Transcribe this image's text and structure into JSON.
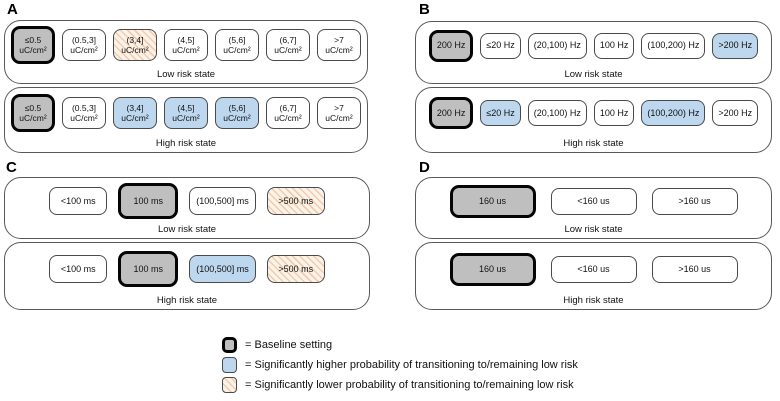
{
  "figure": {
    "colors": {
      "baseline_fill": "#BFBFBF",
      "higher_fill": "#BDD7EE",
      "lower_fill": "#FDF2E7",
      "lower_stripe": "#EECDB1",
      "outline": "#595959"
    },
    "panels": [
      {
        "letter": "A",
        "rows": [
          {
            "state": "Low risk state",
            "boxes": [
              {
                "lines": [
                  "≤0.5",
                  "uC/cm²"
                ],
                "style": "baseline"
              },
              {
                "lines": [
                  "(0.5,3]",
                  "uC/cm²"
                ],
                "style": "plain"
              },
              {
                "lines": [
                  "(3,4]",
                  "uC/cm²"
                ],
                "style": "lower"
              },
              {
                "lines": [
                  "(4,5]",
                  "uC/cm²"
                ],
                "style": "plain"
              },
              {
                "lines": [
                  "(5,6]",
                  "uC/cm²"
                ],
                "style": "plain"
              },
              {
                "lines": [
                  "(6,7]",
                  "uC/cm²"
                ],
                "style": "plain"
              },
              {
                "lines": [
                  ">7",
                  "uC/cm²"
                ],
                "style": "plain"
              }
            ]
          },
          {
            "state": "High risk state",
            "boxes": [
              {
                "lines": [
                  "≤0.5",
                  "uC/cm²"
                ],
                "style": "baseline"
              },
              {
                "lines": [
                  "(0.5,3]",
                  "uC/cm²"
                ],
                "style": "plain"
              },
              {
                "lines": [
                  "(3,4]",
                  "uC/cm²"
                ],
                "style": "higher"
              },
              {
                "lines": [
                  "(4,5]",
                  "uC/cm²"
                ],
                "style": "higher"
              },
              {
                "lines": [
                  "(5,6]",
                  "uC/cm²"
                ],
                "style": "higher"
              },
              {
                "lines": [
                  "(6,7]",
                  "uC/cm²"
                ],
                "style": "plain"
              },
              {
                "lines": [
                  ">7",
                  "uC/cm²"
                ],
                "style": "plain"
              }
            ]
          }
        ]
      },
      {
        "letter": "B",
        "rows": [
          {
            "state": "Low risk state",
            "boxes": [
              {
                "lines": [
                  "200 Hz"
                ],
                "style": "baseline"
              },
              {
                "lines": [
                  "≤20 Hz"
                ],
                "style": "plain"
              },
              {
                "lines": [
                  "(20,100) Hz"
                ],
                "style": "plain"
              },
              {
                "lines": [
                  "100 Hz"
                ],
                "style": "plain"
              },
              {
                "lines": [
                  "(100,200) Hz"
                ],
                "style": "plain"
              },
              {
                "lines": [
                  ">200 Hz"
                ],
                "style": "higher"
              }
            ]
          },
          {
            "state": "High risk state",
            "boxes": [
              {
                "lines": [
                  "200 Hz"
                ],
                "style": "baseline"
              },
              {
                "lines": [
                  "≤20 Hz"
                ],
                "style": "higher"
              },
              {
                "lines": [
                  "(20,100) Hz"
                ],
                "style": "plain"
              },
              {
                "lines": [
                  "100 Hz"
                ],
                "style": "plain"
              },
              {
                "lines": [
                  "(100,200) Hz"
                ],
                "style": "higher"
              },
              {
                "lines": [
                  ">200 Hz"
                ],
                "style": "plain"
              }
            ]
          }
        ]
      },
      {
        "letter": "C",
        "rows": [
          {
            "state": "Low risk state",
            "boxes": [
              {
                "lines": [
                  "<100 ms"
                ],
                "style": "plain"
              },
              {
                "lines": [
                  "100 ms"
                ],
                "style": "baseline"
              },
              {
                "lines": [
                  "(100,500] ms"
                ],
                "style": "plain"
              },
              {
                "lines": [
                  ">500 ms"
                ],
                "style": "lower"
              }
            ]
          },
          {
            "state": "High risk state",
            "boxes": [
              {
                "lines": [
                  "<100 ms"
                ],
                "style": "plain"
              },
              {
                "lines": [
                  "100 ms"
                ],
                "style": "baseline"
              },
              {
                "lines": [
                  "(100,500] ms"
                ],
                "style": "higher"
              },
              {
                "lines": [
                  ">500 ms"
                ],
                "style": "lower"
              }
            ]
          }
        ]
      },
      {
        "letter": "D",
        "rows": [
          {
            "state": "Low risk state",
            "boxes": [
              {
                "lines": [
                  "160 us"
                ],
                "style": "baseline"
              },
              {
                "lines": [
                  "<160 us"
                ],
                "style": "plain"
              },
              {
                "lines": [
                  ">160 us"
                ],
                "style": "plain"
              }
            ]
          },
          {
            "state": "High risk state",
            "boxes": [
              {
                "lines": [
                  "160 us"
                ],
                "style": "baseline"
              },
              {
                "lines": [
                  "<160 us"
                ],
                "style": "plain"
              },
              {
                "lines": [
                  ">160 us"
                ],
                "style": "plain"
              }
            ]
          }
        ]
      }
    ],
    "legend": [
      {
        "swatch": "baseline",
        "text": "= Baseline setting"
      },
      {
        "swatch": "higher",
        "text": "= Significantly higher probability of transitioning to/remaining low risk"
      },
      {
        "swatch": "lower",
        "text": "= Significantly lower probability of transitioning to/remaining low risk"
      }
    ]
  }
}
